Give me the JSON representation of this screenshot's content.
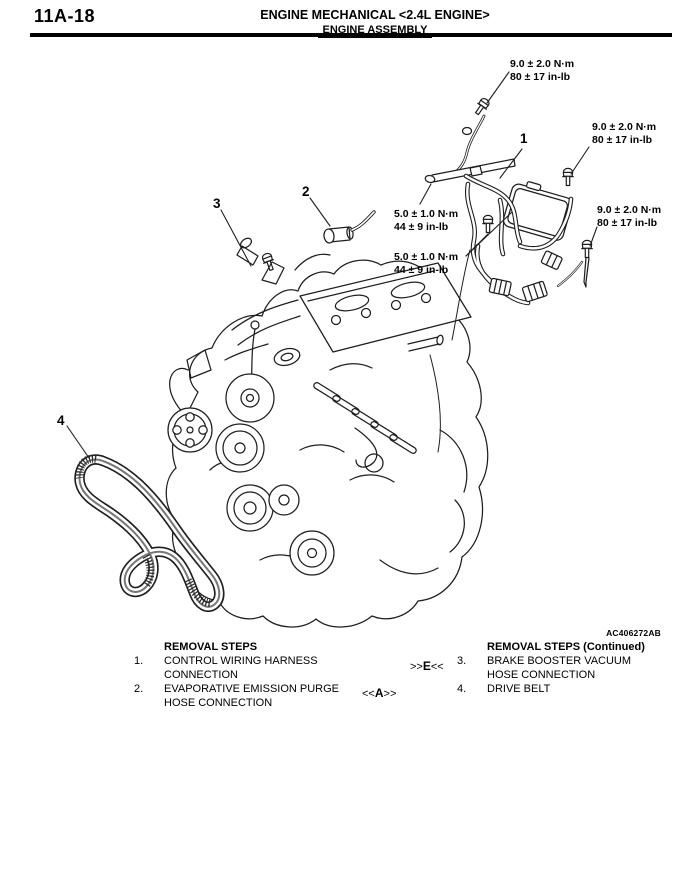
{
  "header": {
    "page_number": "11A-18",
    "title_line1": "ENGINE MECHANICAL <2.4L ENGINE>",
    "title_line2": "ENGINE ASSEMBLY"
  },
  "figure": {
    "code": "AC406272AB",
    "torque_labels": [
      {
        "id": "top",
        "line1": "9.0 ± 2.0 N·m",
        "line2": "80 ± 17 in-lb"
      },
      {
        "id": "right-upper",
        "line1": "9.0 ± 2.0 N·m",
        "line2": "80 ± 17 in-lb"
      },
      {
        "id": "right-lower",
        "line1": "9.0 ± 2.0 N·m",
        "line2": "80 ± 17 in-lb"
      },
      {
        "id": "left-upper",
        "line1": "5.0 ± 1.0 N·m",
        "line2": "44 ± 9 in-lb"
      },
      {
        "id": "left-lower",
        "line1": "5.0 ± 1.0 N·m",
        "line2": "44 ± 9 in-lb"
      }
    ],
    "callouts": [
      {
        "label": "1"
      },
      {
        "label": "2"
      },
      {
        "label": "3"
      },
      {
        "label": "4"
      }
    ]
  },
  "steps": {
    "left": {
      "heading": "REMOVAL STEPS",
      "items": [
        {
          "num": "1.",
          "text": "CONTROL WIRING HARNESS CONNECTION"
        },
        {
          "num": "2.",
          "text": "EVAPORATIVE EMISSION PURGE HOSE CONNECTION"
        }
      ]
    },
    "right": {
      "heading": "REMOVAL STEPS (Continued)",
      "items": [
        {
          "num": "3.",
          "text": "BRAKE BOOSTER VACUUM HOSE CONNECTION"
        },
        {
          "num": "4.",
          "text": "DRIVE BELT"
        }
      ]
    },
    "markers": [
      {
        "pre": ">>",
        "letter": "E",
        "post": "<<"
      },
      {
        "pre": "<<",
        "letter": "A",
        "post": ">>"
      }
    ]
  },
  "colors": {
    "line_art": "#1f1f1f",
    "rule": "#000000"
  }
}
